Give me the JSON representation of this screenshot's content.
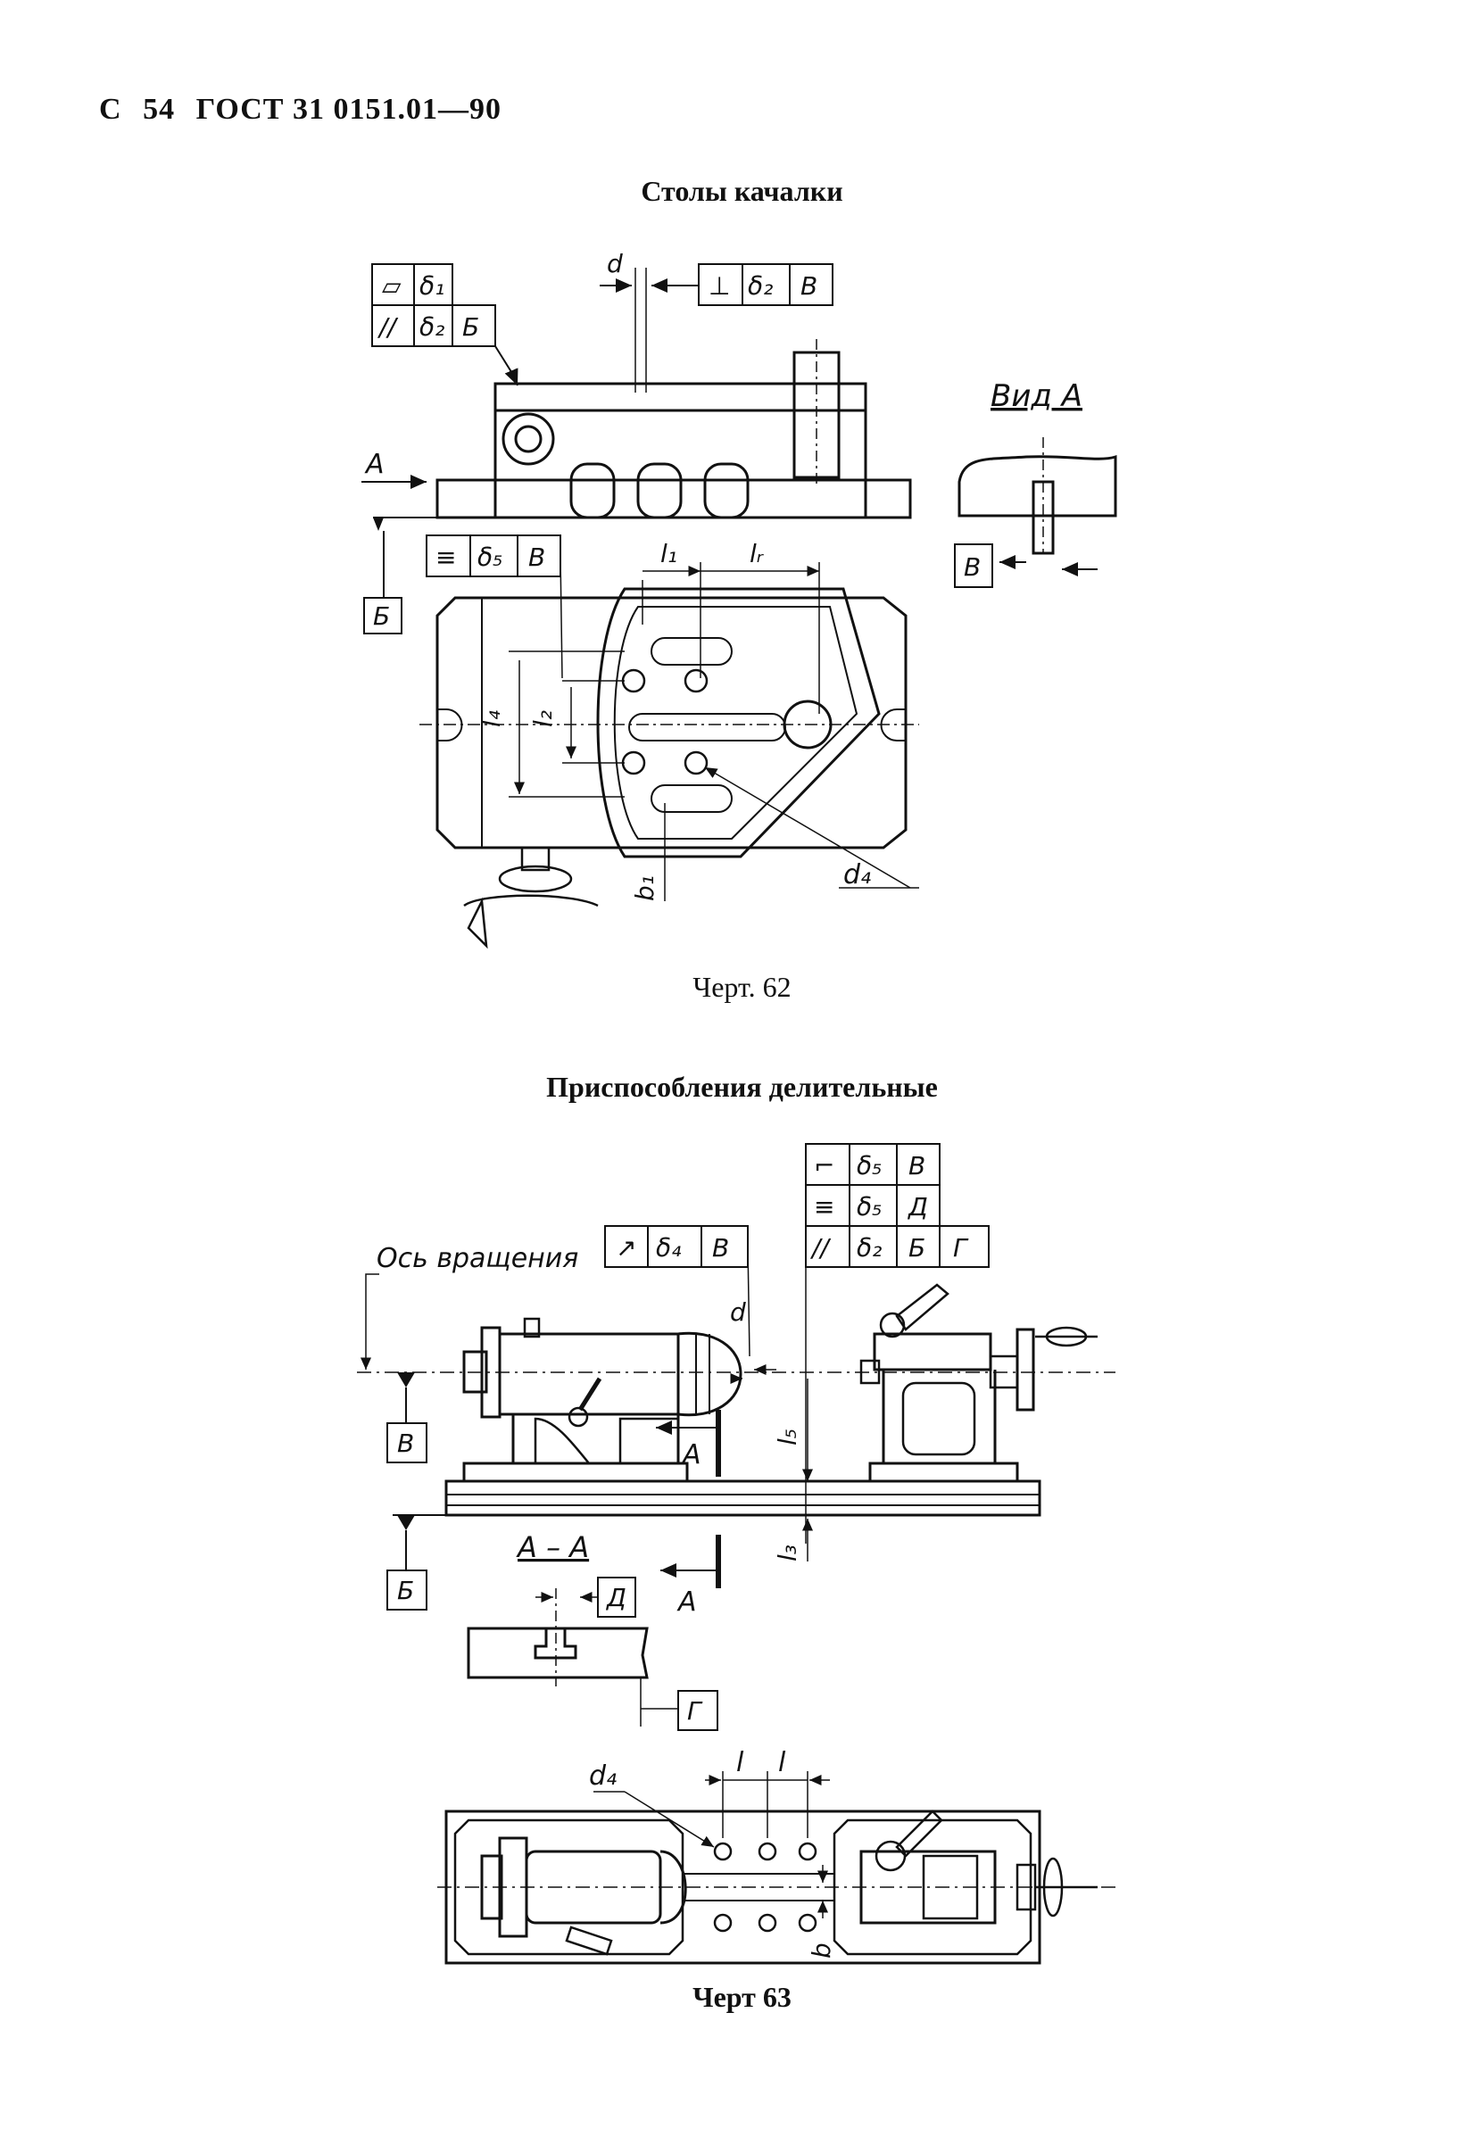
{
  "header": {
    "prefix": "С",
    "page": "54",
    "standard": "ГОСТ 31 0151.01—90"
  },
  "section1": {
    "title": "Столы качалки",
    "caption": "Черт. 62",
    "view_label": "Вид А",
    "arrow_label": "А",
    "frames": [
      {
        "symbol": "▱",
        "tol": "δ₁",
        "datum": ""
      },
      {
        "symbol": "//",
        "tol": "δ₂",
        "datum": "Б"
      },
      {
        "symbol": "⊥",
        "tol": "δ₂",
        "datum": "В"
      },
      {
        "symbol": "≡",
        "tol": "δ₅",
        "datum": "В"
      }
    ],
    "datums": [
      "Б",
      "В"
    ],
    "dims": [
      "d",
      "l₁",
      "lᵣ",
      "l₄",
      "l₂",
      "b₁",
      "d₄"
    ]
  },
  "section2": {
    "title": "Приспособления делительные",
    "caption": "Черт 63",
    "axis_label": "Ось вращения",
    "section_label": "А – А",
    "arrow_label": "А",
    "frames": [
      {
        "symbol": "⌐",
        "tol": "δ₅",
        "datum": "В"
      },
      {
        "symbol": "≡",
        "tol": "δ₅",
        "datum": "Д"
      },
      {
        "symbol": "//",
        "tol": "δ₂",
        "datum": "Б",
        "datum2": "Г"
      },
      {
        "symbol": "↗",
        "tol": "δ₄",
        "datum": "В"
      }
    ],
    "datums": [
      "В",
      "Б",
      "Д",
      "Г"
    ],
    "dims": [
      "d",
      "l₅",
      "l₃",
      "d₄",
      "l",
      "l",
      "b"
    ]
  }
}
